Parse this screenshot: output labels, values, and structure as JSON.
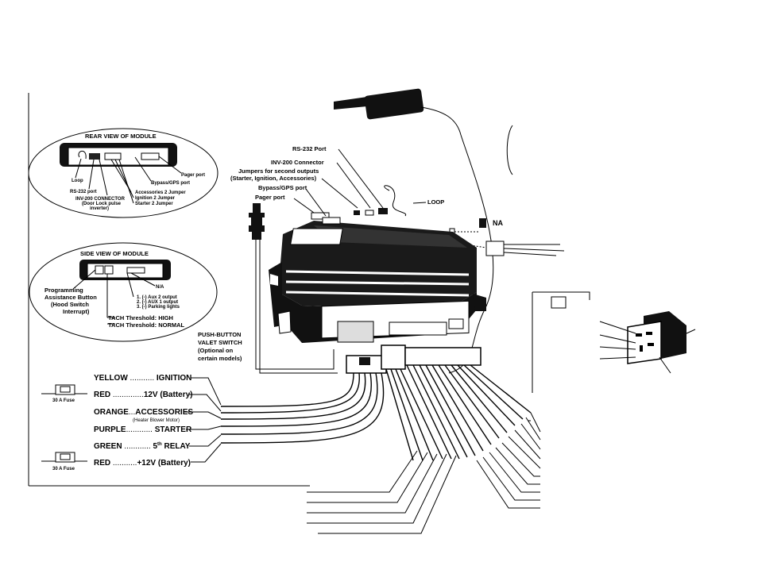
{
  "rear_view": {
    "title": "REAR VIEW OF MODULE",
    "loop": "Loop",
    "rs232": "RS-232 port",
    "inv200_line1": "INV-200 CONNECTOR",
    "inv200_line2": "(Door Lock pulse",
    "inv200_line3": "inverter)",
    "accessories2": "Accessories 2 Jumper",
    "ignition2": "Ignition 2 Jumper",
    "starter2": "Starter 2 Jumper",
    "bypass": "Bypass/GPS port",
    "pager": "Pager port"
  },
  "side_view": {
    "title": "SIDE VIEW OF MODULE",
    "prog_line1": "Programming",
    "prog_line2": "Assistance Button",
    "prog_line3": "(Hood Switch",
    "prog_line4": "Interrupt)",
    "na": "N/A",
    "aux2": "1. (-) Aux 2 output",
    "aux1": "2. (-) AUX 1 output",
    "parking": "3. (-) Parking lights",
    "tach_high": "TACH Threshold: HIGH",
    "tach_normal": "TACH Threshold: NORMAL"
  },
  "module_labels": {
    "rs232": "RS-232 Port",
    "inv200": "INV-200 Connector",
    "jumpers_line1": "Jumpers for second outputs",
    "jumpers_line2": "(Starter, Ignition, Accessories)",
    "bypass": "Bypass/GPS port",
    "pager": "Pager port",
    "loop": "LOOP",
    "na": "NA"
  },
  "valet": {
    "line1": "PUSH-BUTTON",
    "line2": "VALET SWITCH",
    "line3": "(Optional on",
    "line4": "certain models)"
  },
  "wires": {
    "yellow_color": "YELLOW",
    "yellow_dots": " ........... ",
    "yellow_fn": "IGNITION",
    "red1_color": "RED",
    "red1_dots": " ..............",
    "red1_fn": "12V (Battery)",
    "orange_color": "ORANGE",
    "orange_dots": "...",
    "orange_fn": "ACCESSORIES",
    "orange_note": "(Heater Blower Motor)",
    "purple_color": "PURPLE",
    "purple_dots": "............ ",
    "purple_fn": "STARTER",
    "green_color": "GREEN",
    "green_dots": " ............ ",
    "green_fn": "5",
    "green_sup": "th",
    "green_fn2": " RELAY",
    "red2_color": "RED",
    "red2_dots": " ...........",
    "red2_fn": "+12V (Battery)"
  },
  "fuses": {
    "fuse1": "30 A Fuse",
    "fuse2": "30 A Fuse"
  }
}
